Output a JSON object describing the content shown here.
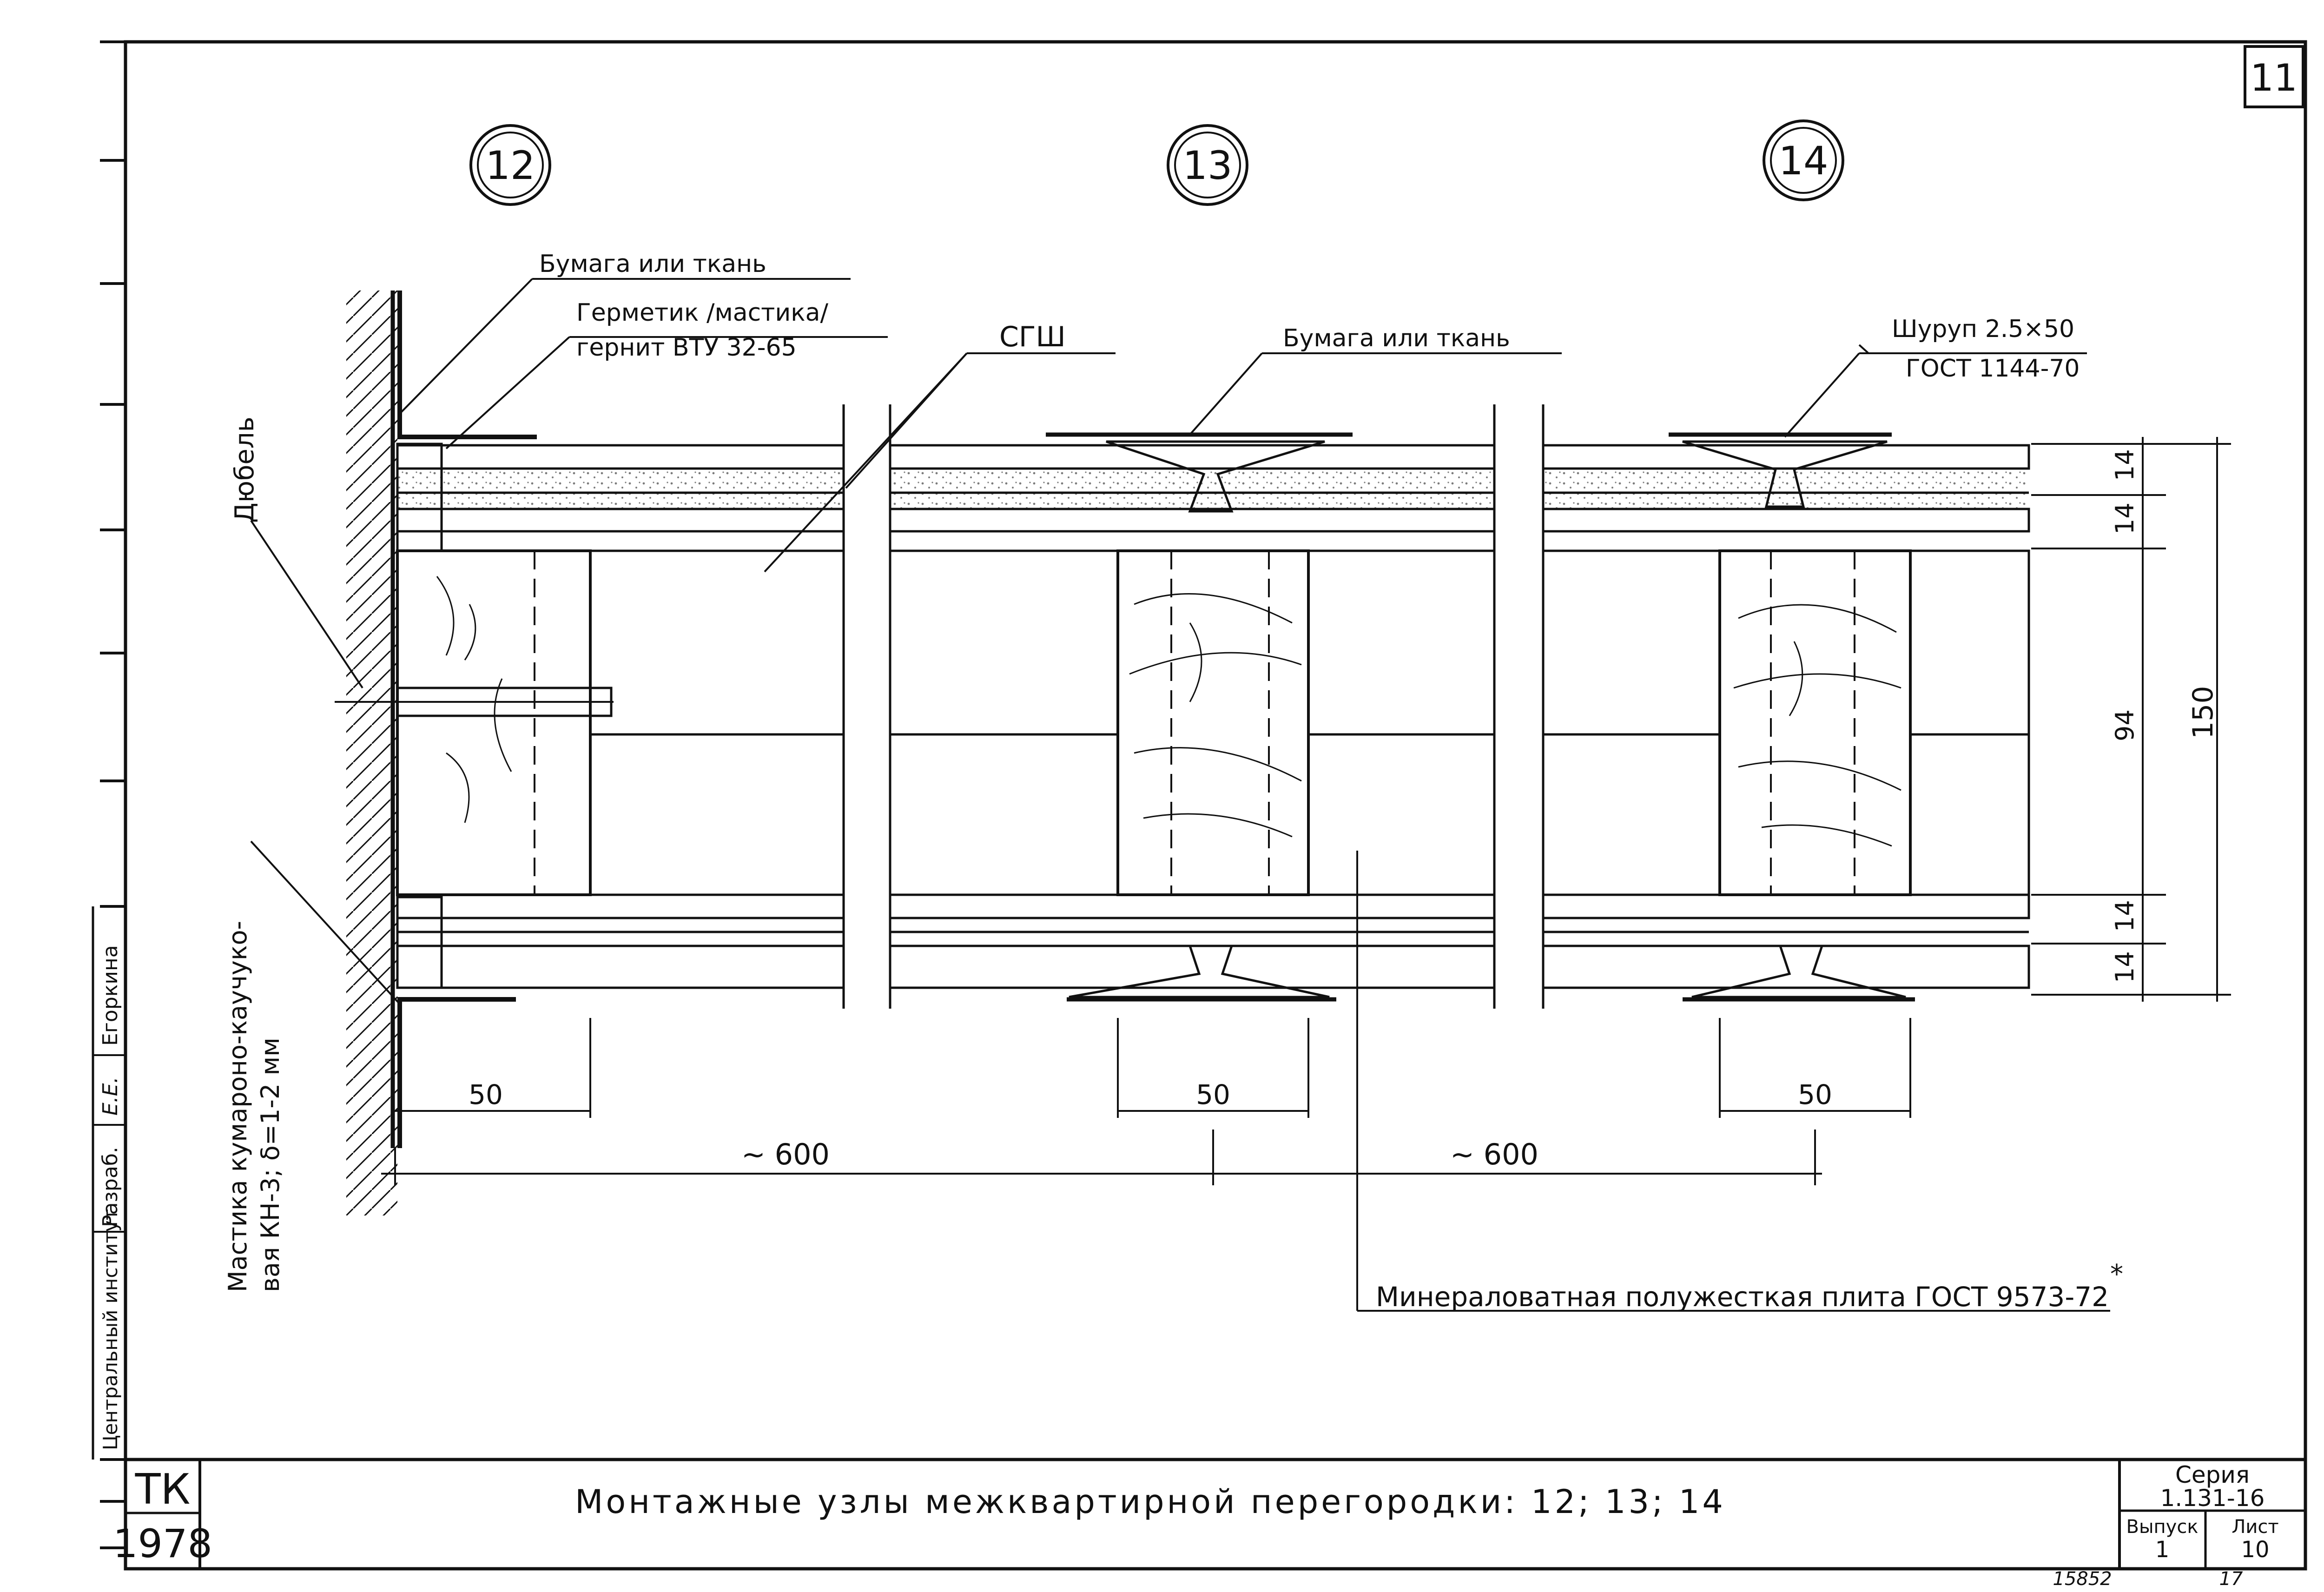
{
  "sheet_number": "11",
  "nodes": [
    "12",
    "13",
    "14"
  ],
  "labels": {
    "paper_or_cloth_left": "Бумага или ткань",
    "sealant_line1": "Герметик /мастика/",
    "sealant_line2": "гернит ВТУ 32-65",
    "sgsh": "СГШ",
    "paper_or_cloth_center": "Бумага или ткань",
    "screw_line1": "Шуруп 2.5×50",
    "screw_line2": "ГОСТ 1144-70",
    "dowel": "Дюбель",
    "mastic_line1": "Мастика кумароно-каучуко-",
    "mastic_line2": "вая КН-3; δ=1-2 мм",
    "mineral_wool": "Минераловатная полужесткая плита ГОСТ 9573-72",
    "mineral_wool_mark": "*"
  },
  "dimensions": {
    "d14_a": "14",
    "d14_b": "14",
    "d94": "94",
    "d14_c": "14",
    "d14_d": "14",
    "d150": "150",
    "w50_1": "50",
    "w50_2": "50",
    "w50_3": "50",
    "span_1": "~ 600",
    "span_2": "~ 600"
  },
  "stamp": {
    "org_line1": "ТК",
    "org_line2": "1978",
    "title": "Монтажные узлы межквартирной перегородки: 12; 13; 14",
    "series_label": "Серия",
    "series_value": "1.131-16",
    "issue_label": "Выпуск",
    "issue_value": "1",
    "sheet_label": "Лист",
    "sheet_value": "10",
    "inventory_number": "15852",
    "page_number": "17"
  },
  "side_stamp": {
    "developer_label": "Разраб.",
    "developer_name": "Егоркина",
    "signature": "Е.Е.",
    "vertical_caption": "Центральный институт"
  }
}
